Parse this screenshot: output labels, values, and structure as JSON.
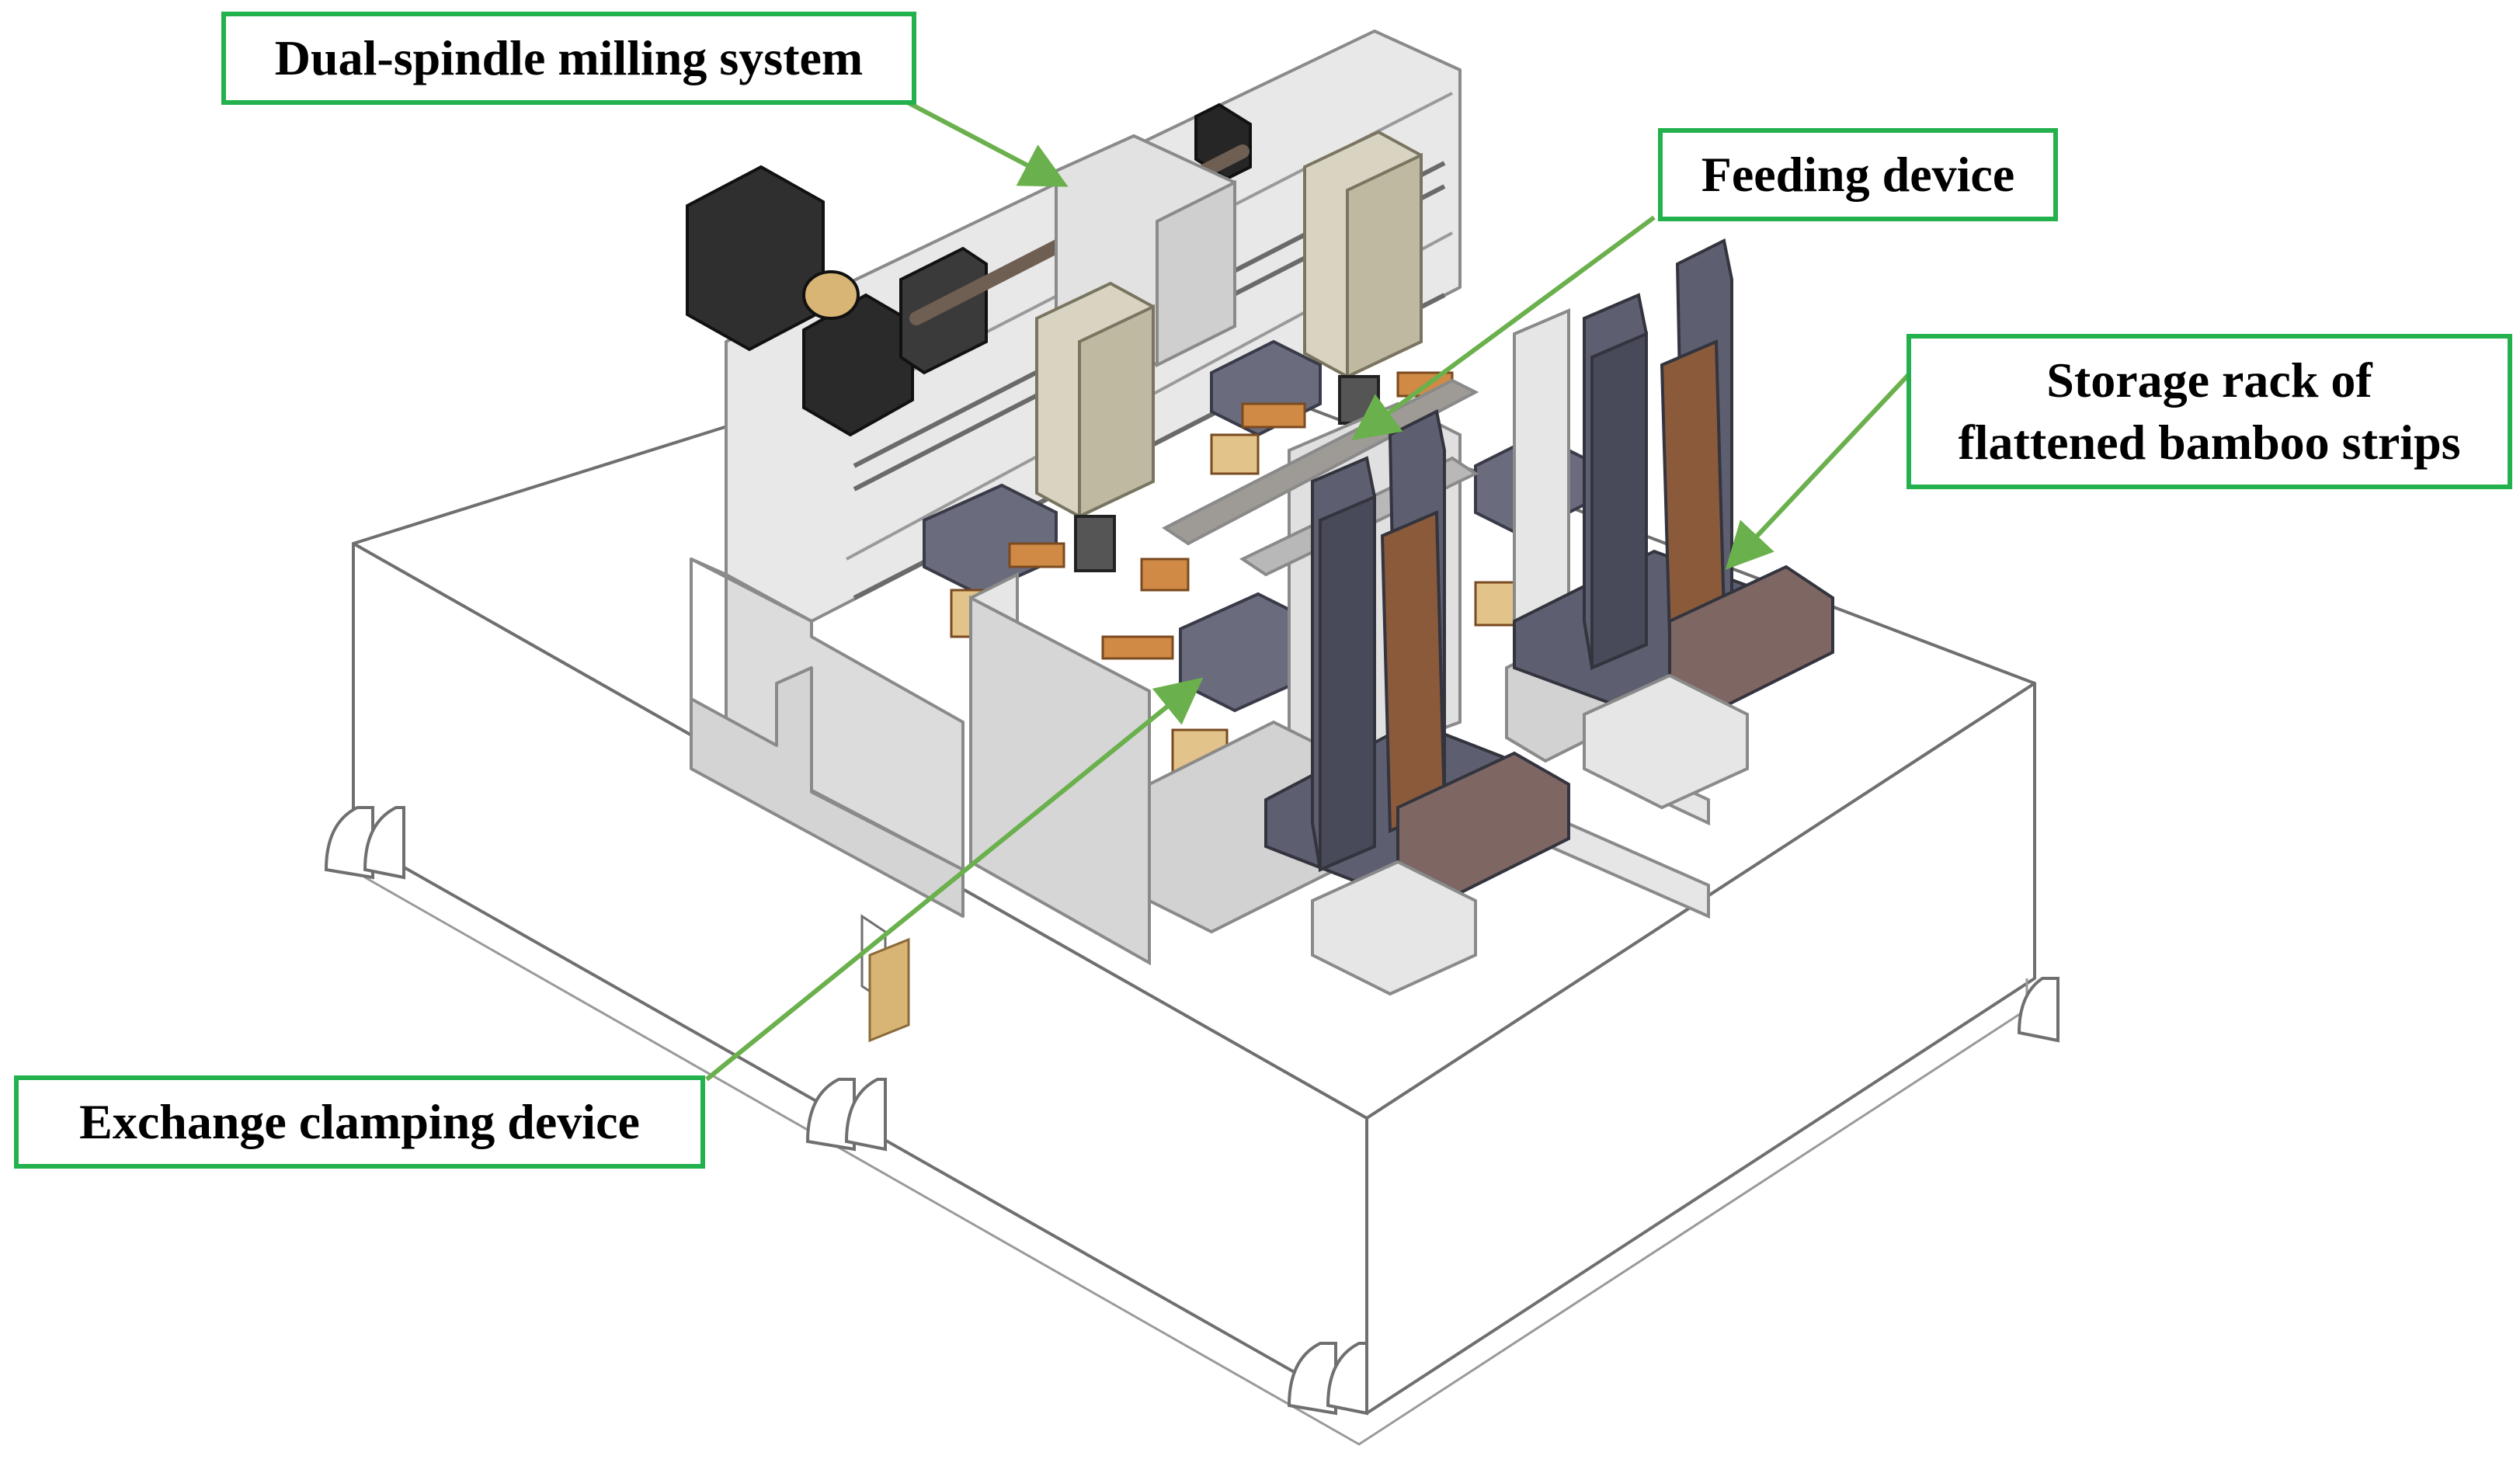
{
  "labels": {
    "milling": "Dual-spindle milling system",
    "feeding": "Feeding device",
    "storage_line1": "Storage rack of",
    "storage_line2": "flattened bamboo strips",
    "clamping": "Exchange clamping device"
  },
  "colors": {
    "label_border": "#22b14c",
    "arrow": "#6ab04c",
    "base_outline": "#7a7a7a",
    "frame_gray": "#d9d9d9",
    "spindle_beige": "#cfc9b4",
    "motor_black": "#2b2b2b",
    "rack_slate": "#5d5f70",
    "bamboo_brown": "#8a5a3a",
    "block_mauve": "#7e6663",
    "copper": "#d08a45",
    "tan": "#e2c48a"
  }
}
